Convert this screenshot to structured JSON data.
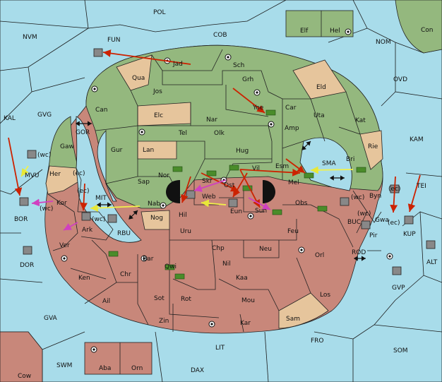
{
  "colors": {
    "sea": "#a8dcea",
    "green_power": "#94b87e",
    "red_power": "#c8877a",
    "neutral": "#e6c59c",
    "move_order": "#cc2200",
    "support_order": "#f2f24a",
    "convoy_order": "#d040c0"
  },
  "labels": {
    "pol": "POL",
    "nvm": "NVM",
    "fun": "FUN",
    "cob": "COB",
    "nom": "NOM",
    "ovd": "OVD",
    "kal": "KAL",
    "gvg": "GVG",
    "kam": "KAM",
    "gor": "GOR",
    "mvu": "MVU",
    "bor": "BOR",
    "dor": "DOR",
    "mit": "MIT",
    "rbu": "RBU",
    "sma": "SMA",
    "tei": "TEI",
    "buc": "BUC",
    "kup": "KUP",
    "alt": "ALT",
    "rod": "ROD",
    "gvp": "GVP",
    "gva": "GVA",
    "fro": "FRO",
    "som": "SOM",
    "lit": "LIT",
    "swm": "SWM",
    "dax": "DAX",
    "con": "Con",
    "elf": "Elf",
    "hel": "Hel",
    "cow": "Cow",
    "aba": "Aba",
    "orn": "Orn",
    "jad": "Jad",
    "sch": "Sch",
    "qua": "Qua",
    "jos": "Jos",
    "grh": "Grh",
    "eld": "Eld",
    "can": "Can",
    "elc": "Elc",
    "nar": "Nar",
    "yoe": "Yoe",
    "car": "Car",
    "uta": "Uta",
    "kat": "Kat",
    "tel": "Tel",
    "olk": "Olk",
    "amp": "Amp",
    "gaw": "Gaw",
    "gur": "Gur",
    "lan": "Lan",
    "hug": "Hug",
    "rie": "Rie",
    "bri": "Bri",
    "esm": "Esm",
    "vil": "Vil",
    "nor": "Nor",
    "skr": "Skr",
    "ost": "Ost",
    "sap": "Sap",
    "mel": "Mel",
    "her": "Her",
    "kor": "Kor",
    "web": "Web",
    "nab": "Nab",
    "byn": "Byn",
    "obs": "Obs",
    "eun": "Eun",
    "sun": "Sun",
    "hil": "Hil",
    "nog": "Nog",
    "gwa": "Gwa",
    "ark": "Ark",
    "uru": "Uru",
    "feu": "Feu",
    "pir": "Pir",
    "ver": "Ver",
    "chp": "Chp",
    "neu": "Neu",
    "orl": "Orl",
    "bar": "Bar",
    "qwi": "Qwi",
    "nil": "Nil",
    "ken": "Ken",
    "chr": "Chr",
    "kaa": "Kaa",
    "ail": "Ail",
    "sot": "Sot",
    "rot": "Rot",
    "mou": "Mou",
    "los": "Los",
    "zin": "Zin",
    "kar": "Kar",
    "sam": "Sam",
    "wc1": "(wc)",
    "wc2": "(wc)",
    "wc3": "(wc)",
    "wc4": "(wc)",
    "wc5": "(wc)",
    "ec1": "(ec)",
    "ec2": "(ec)",
    "ec3": "(ec)",
    "ec4": "(ec)"
  }
}
